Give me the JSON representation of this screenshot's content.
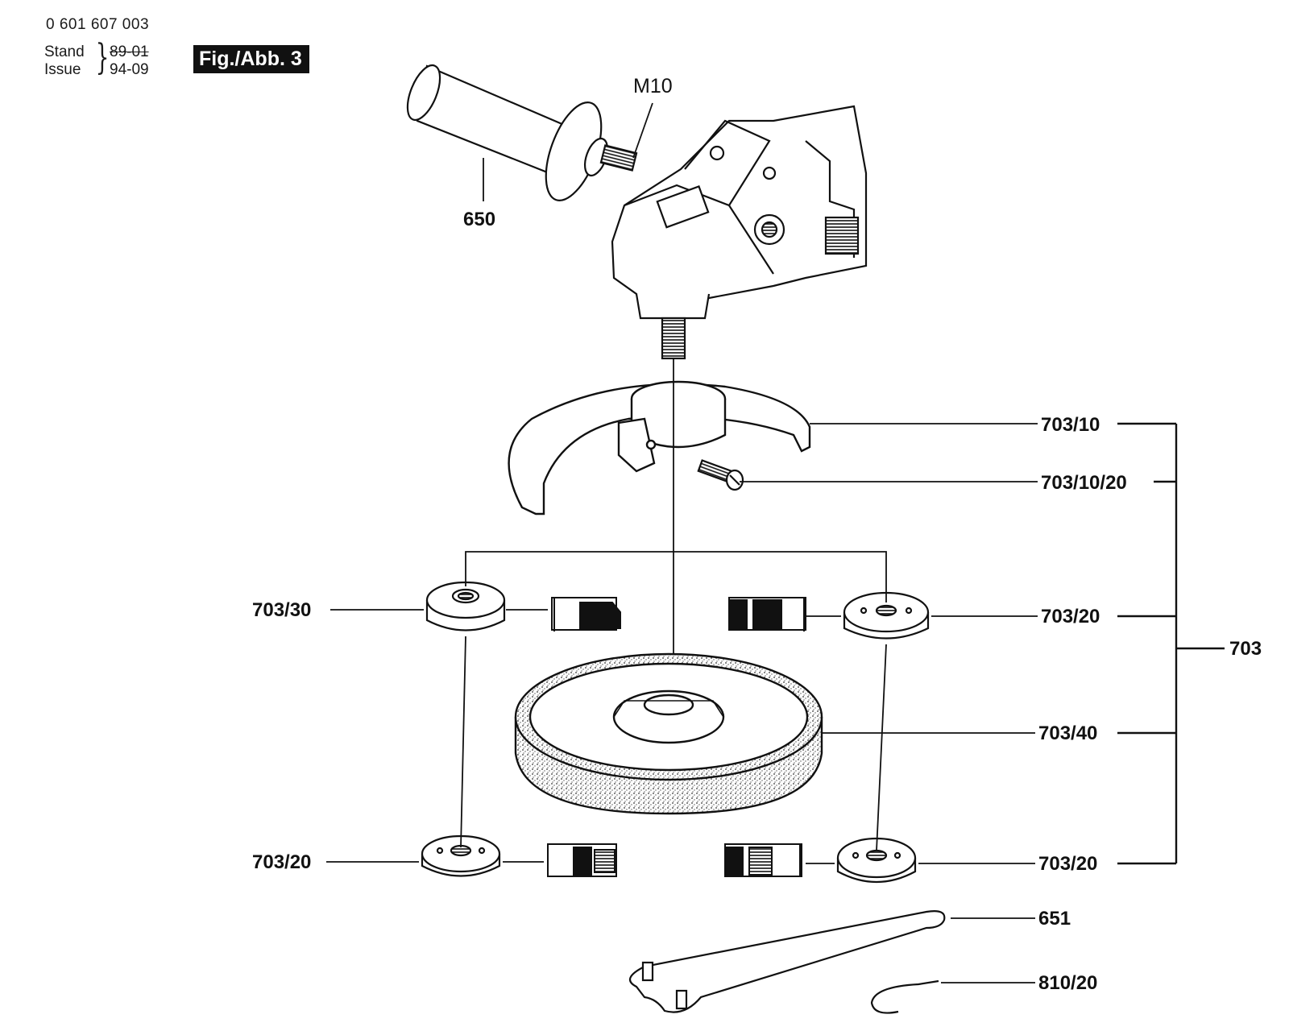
{
  "header": {
    "doc_number": "0 601 607 003",
    "stand_label": "Stand",
    "issue_label": "Issue",
    "stand_date_old": "89-01",
    "issue_date": "94-09",
    "figure_label": "Fig./Abb. 3"
  },
  "callouts": {
    "thread": "M10",
    "handle": "650",
    "guard": "703/10",
    "guard_screw": "703/10/20",
    "flange_left_top": "703/30",
    "flange_right_top": "703/20",
    "wheel": "703/40",
    "flange_left_bottom": "703/20",
    "flange_right_bottom": "703/20",
    "set": "703",
    "spanner": "651",
    "retaining_ring": "810/20"
  }
}
